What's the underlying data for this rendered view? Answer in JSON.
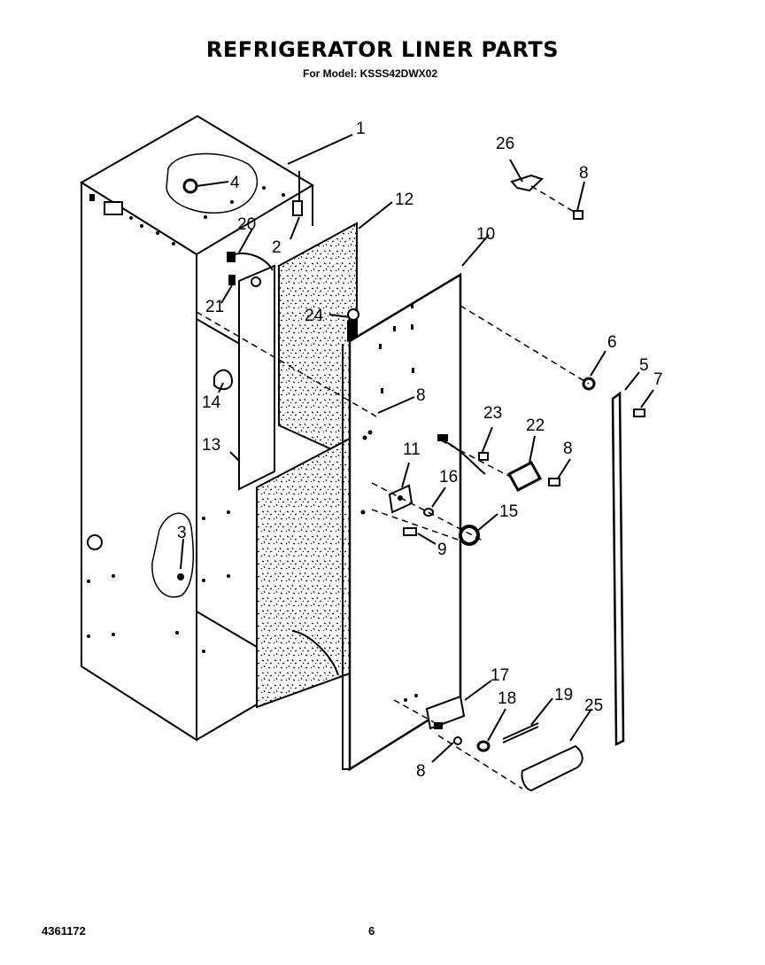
{
  "header": {
    "title": "REFRIGERATOR LINER PARTS",
    "subtitle": "For Model: KSSS42DWX02"
  },
  "footer": {
    "part_number": "4361172",
    "page_number": "6"
  },
  "callouts": {
    "c1": "1",
    "c2": "2",
    "c3": "3",
    "c4": "4",
    "c5": "5",
    "c6": "6",
    "c7": "7",
    "c8a": "8",
    "c8b": "8",
    "c8c": "8",
    "c8d": "8",
    "c9": "9",
    "c10": "10",
    "c11": "11",
    "c12": "12",
    "c13": "13",
    "c14": "14",
    "c15": "15",
    "c16": "16",
    "c17": "17",
    "c18": "18",
    "c19": "19",
    "c20": "20",
    "c21": "21",
    "c22": "22",
    "c23": "23",
    "c24": "24",
    "c25": "25",
    "c26": "26"
  }
}
